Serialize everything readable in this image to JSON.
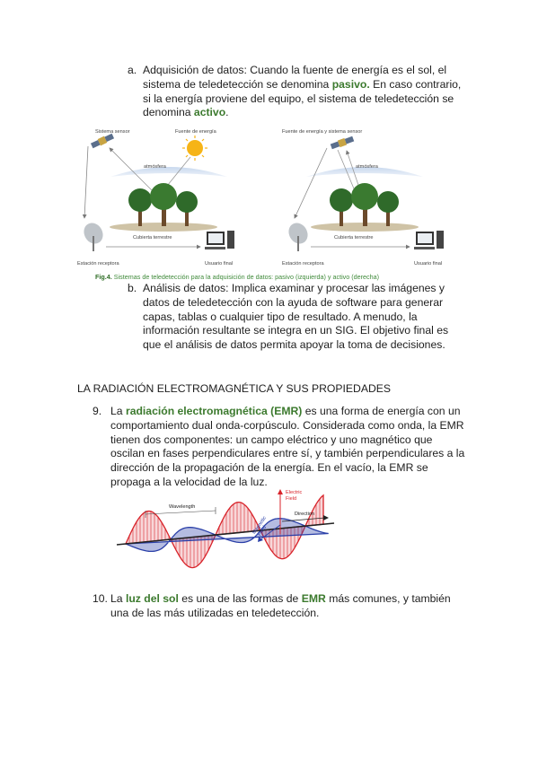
{
  "item_a": {
    "marker": "a.",
    "line1": "Adquisición de datos: Cuando la fuente de energía es el sol, el",
    "line2_pre": "sistema de teledetección se denomina ",
    "line2_hl": "pasivo.",
    "line2_post": " En caso contrario,",
    "line3": "si la energía proviene del equipo, el sistema de teledetección se",
    "line4_pre": "denomina ",
    "line4_hl": "activo",
    "line4_post": "."
  },
  "figure4": {
    "left": {
      "sensor": "Sistema sensor",
      "source": "Fuente de energía",
      "atmosphere": "atmósfera",
      "ground": "Cubierta terrestre",
      "station": "Estación receptora",
      "user": "Usuario final"
    },
    "right": {
      "sensor_source": "Fuente de energía y sistema sensor",
      "atmosphere": "atmósfera",
      "ground": "Cubierta terrestre",
      "station": "Estación receptora",
      "user": "Usuario final"
    },
    "caption_label": "Fig.4.",
    "caption_text": " Sistemas de teledetección para la adquisición de datos: pasivo (izquierda) y activo (derecha)"
  },
  "item_b": {
    "marker": "b.",
    "lines": [
      "Análisis de datos: Implica examinar y procesar las imágenes y",
      "datos de teledetección con la ayuda de software para generar",
      "capas, tablas o cualquier tipo de resultado. A menudo, la",
      "información resultante se integra en un SIG. El objetivo final es",
      "que el análisis de datos permita apoyar la toma de decisiones."
    ]
  },
  "section_heading": "LA RADIACIÓN ELECTROMAGNÉTICA Y SUS PROPIEDADES",
  "item_9": {
    "marker": "9.",
    "line1_pre": "La ",
    "line1_hl": "radiación electromagnética (EMR)",
    "line1_post": " es una forma de energía con un",
    "lines": [
      "comportamiento dual onda-corpúsculo. Considerada como onda, la EMR",
      "tienen dos componentes: un campo eléctrico y uno magnético que",
      "oscilan en fases perpendiculares entre sí, y también perpendiculares a la",
      "dirección de la propagación de la energía. En el vacío, la EMR se",
      "propaga a la velocidad de la luz."
    ]
  },
  "wave_figure": {
    "wavelength": "Wavelength",
    "electric1": "Electric",
    "electric2": "Field",
    "magnetic1": "Magnetic",
    "magnetic2": "Field",
    "direction": "Direction",
    "colors": {
      "electric": "#d8232a",
      "magnetic": "#2a3fa8",
      "axis": "#222222"
    }
  },
  "item_10": {
    "marker": "10.",
    "line1_pre": "La ",
    "line1_hl1": "luz del sol",
    "line1_mid": " es una de las formas de ",
    "line1_hl2": "EMR",
    "line1_post": " más comunes, y también",
    "line2": "una de las más utilizadas en teledetección."
  }
}
